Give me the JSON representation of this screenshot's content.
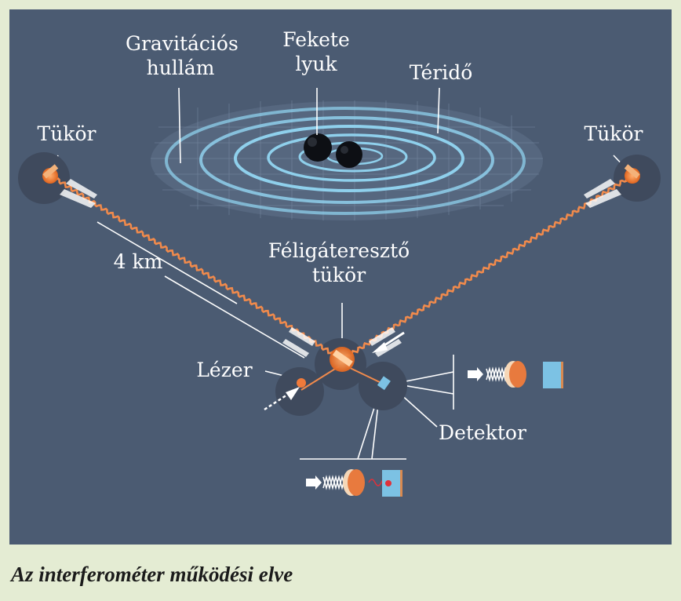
{
  "labels": {
    "wave": "Gravitációs\nhullám",
    "blackhole": "Fekete\nlyuk",
    "spacetime": "Téridő",
    "mirror_left": "Tükör",
    "mirror_right": "Tükör",
    "distance": "4 km",
    "beamsplitter": "Féligáteresztő\ntükör",
    "laser": "Lézer",
    "detector": "Detektor"
  },
  "caption": "Az interferométer működési elve",
  "colors": {
    "background": "#e4ecd3",
    "panel": "#4b5b72",
    "wave_rings": "#8fd0ec",
    "laser_beam": "#f08a4c",
    "black_hole": "#0d0f14",
    "detector": "#7cc2e4"
  }
}
